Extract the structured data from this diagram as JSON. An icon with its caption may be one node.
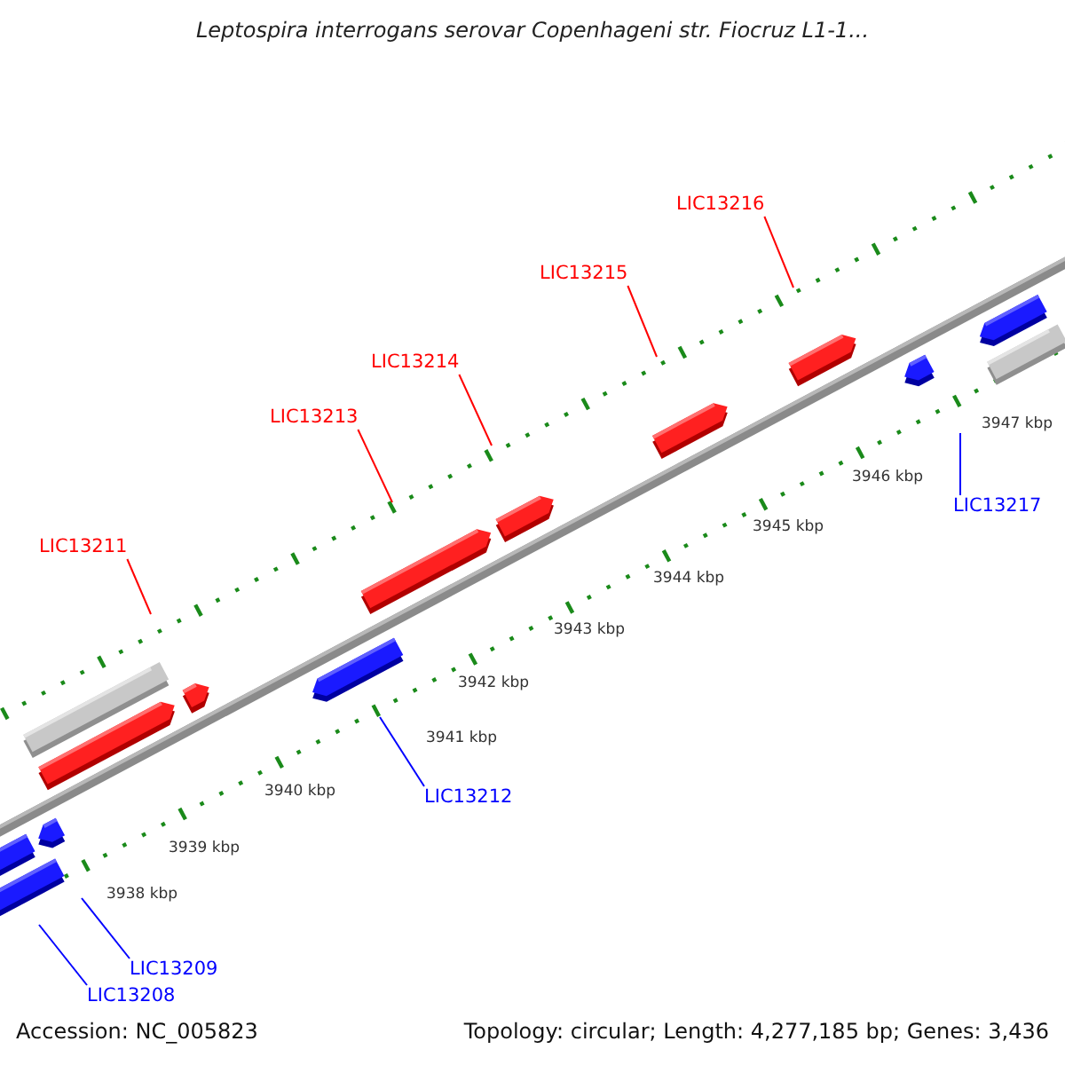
{
  "diagram": {
    "title": "Leptospira interrogans serovar Copenhageni str. Fiocruz L1-1...",
    "nodes": [
      {
        "text": [
          "LIC13216"
        ]
      },
      {
        "text": [
          "LIC13215"
        ]
      },
      {
        "text": [
          "LIC13214"
        ]
      },
      {
        "text": [
          "LIC13213"
        ]
      },
      {
        "text": [
          "LIC13211"
        ]
      },
      {
        "text": [
          "LIC13217"
        ]
      },
      {
        "text": [
          "LIC13212"
        ]
      },
      {
        "text": [
          "LIC13209"
        ]
      },
      {
        "text": [
          "LIC13208"
        ]
      }
    ],
    "edges": [
      {
        "from": 0,
        "to": null,
        "arrow": "none"
      },
      {
        "from": 1,
        "to": null,
        "arrow": "none"
      },
      {
        "from": 2,
        "to": null,
        "arrow": "none"
      },
      {
        "from": 3,
        "to": null,
        "arrow": "none"
      },
      {
        "from": 4,
        "to": null,
        "arrow": "none"
      },
      {
        "from": 5,
        "to": null,
        "arrow": "none",
        "color": "#0000ff"
      },
      {
        "from": 6,
        "to": null,
        "arrow": "none",
        "color": "#0000ff"
      },
      {
        "from": 7,
        "to": null,
        "arrow": "none",
        "color": "#0000ff"
      },
      {
        "from": 8,
        "to": null,
        "arrow": "none",
        "color": "#0000ff"
      }
    ],
    "labels": [
      "3947 kbp",
      "3946 kbp",
      "3945 kbp",
      "3944 kbp",
      "3943 kbp",
      "3942 kbp",
      "3941 kbp",
      "3940 kbp",
      "3939 kbp",
      "3938 kbp",
      "Accession: NC_005823",
      "Topology: circular; Length: 4,277,185 bp; Genes: 3,436"
    ]
  }
}
